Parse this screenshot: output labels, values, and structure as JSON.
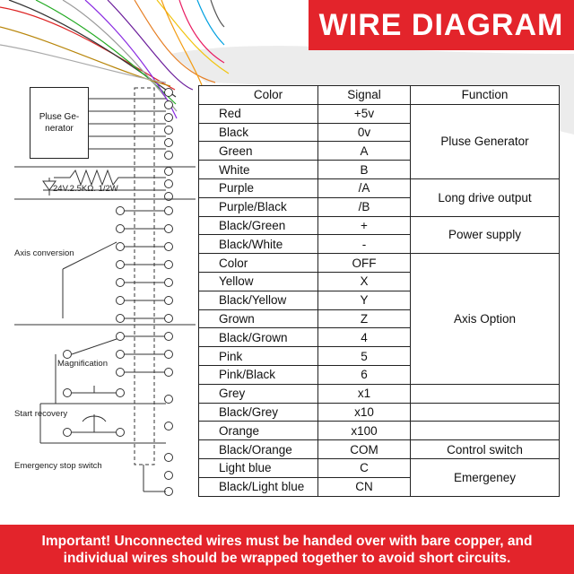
{
  "banner": {
    "title": "WIRE DIAGRAM"
  },
  "table": {
    "headers": {
      "color": "Color",
      "signal": "Signal",
      "function": "Function"
    },
    "rows": [
      {
        "color": "Red",
        "signal": "+5v"
      },
      {
        "color": "Black",
        "signal": "0v"
      },
      {
        "color": "Green",
        "signal": "A"
      },
      {
        "color": "White",
        "signal": "B"
      },
      {
        "color": "Purple",
        "signal": "/A"
      },
      {
        "color": "Purple/Black",
        "signal": "/B"
      },
      {
        "color": "Black/Green",
        "signal": "+"
      },
      {
        "color": "Black/White",
        "signal": "-"
      },
      {
        "color": "Color",
        "signal": "OFF"
      },
      {
        "color": "Yellow",
        "signal": "X"
      },
      {
        "color": "Black/Yellow",
        "signal": "Y"
      },
      {
        "color": "Grown",
        "signal": "Z"
      },
      {
        "color": "Black/Grown",
        "signal": "4"
      },
      {
        "color": "Pink",
        "signal": "5"
      },
      {
        "color": "Pink/Black",
        "signal": "6"
      },
      {
        "color": "Grey",
        "signal": "x1"
      },
      {
        "color": "Black/Grey",
        "signal": "x10"
      },
      {
        "color": "Orange",
        "signal": "x100"
      },
      {
        "color": "Black/Orange",
        "signal": "COM"
      },
      {
        "color": "Light blue",
        "signal": "C"
      },
      {
        "color": "Black/Light blue",
        "signal": "CN"
      }
    ],
    "functions": {
      "pulse_generator": "Pluse Generator",
      "long_drive": "Long drive output",
      "power_supply": "Power supply",
      "axis_option": "Axis Option",
      "control_switch": "Control switch",
      "emergency": "Emergeney"
    }
  },
  "diagram": {
    "pulse_box": "Pluse Ge-nerator",
    "resistor_label": "24V.2.5KΩ.  1/2W",
    "axis_conversion": "Axis conversion",
    "magnification": "Magnification",
    "start_recovery": "Start recovery",
    "emergency_stop": "Emergency stop switch"
  },
  "footer": {
    "line1": "Important! Unconnected wires must be handed over with bare copper, and",
    "line2": "individual wires should be wrapped together to avoid short circuits."
  },
  "colors": {
    "accent": "#e3242b"
  }
}
